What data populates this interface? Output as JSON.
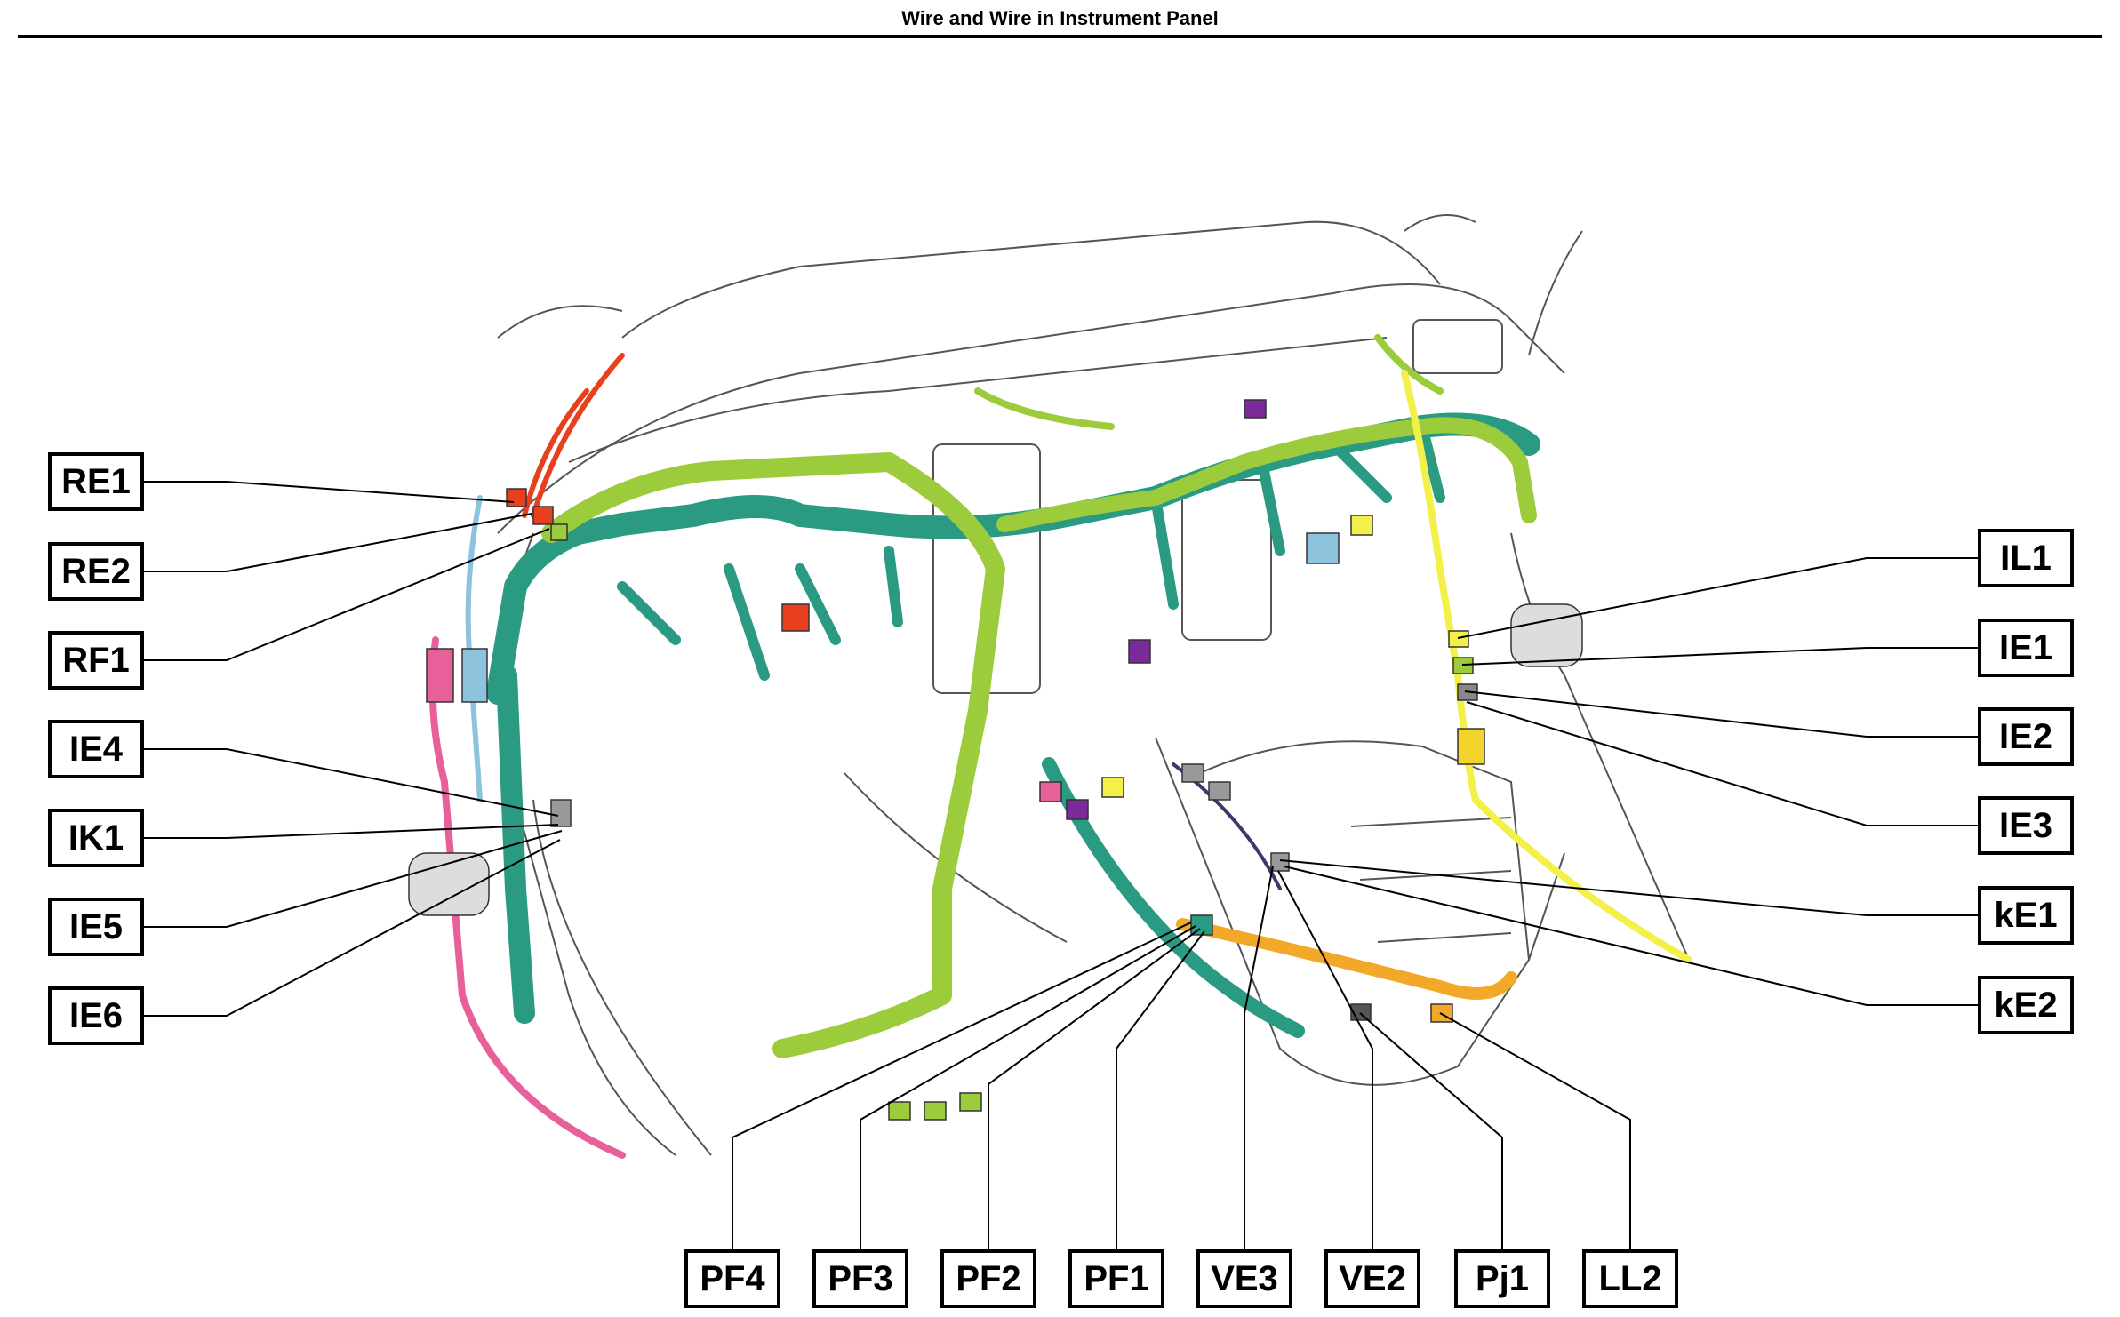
{
  "title": "Wire and Wire in Instrument Panel",
  "colors": {
    "harness_teal": "#2a9a82",
    "harness_green": "#9ccc3c",
    "harness_yellow": "#f4f04a",
    "harness_orange": "#f2a92a",
    "harness_pink": "#e8609a",
    "harness_red": "#e8401c",
    "harness_blue": "#8ec3de",
    "harness_purple": "#7a2a9a",
    "outline": "#555555"
  },
  "left_labels": [
    {
      "id": "re1",
      "text": "RE1"
    },
    {
      "id": "re2",
      "text": "RE2"
    },
    {
      "id": "rf1",
      "text": "RF1"
    },
    {
      "id": "ie4",
      "text": "IE4"
    },
    {
      "id": "ik1",
      "text": "IK1"
    },
    {
      "id": "ie5",
      "text": "IE5"
    },
    {
      "id": "ie6",
      "text": "IE6"
    }
  ],
  "right_labels": [
    {
      "id": "il1",
      "text": "IL1"
    },
    {
      "id": "ie1",
      "text": "IE1"
    },
    {
      "id": "ie2",
      "text": "IE2"
    },
    {
      "id": "ie3",
      "text": "IE3"
    },
    {
      "id": "ke1",
      "text": "kE1"
    },
    {
      "id": "ke2",
      "text": "kE2"
    }
  ],
  "bottom_labels": [
    {
      "id": "pf4",
      "text": "PF4"
    },
    {
      "id": "pf3",
      "text": "PF3"
    },
    {
      "id": "pf2",
      "text": "PF2"
    },
    {
      "id": "pf1",
      "text": "PF1"
    },
    {
      "id": "ve3",
      "text": "VE3"
    },
    {
      "id": "ve2",
      "text": "VE2"
    },
    {
      "id": "pj1",
      "text": "Pj1"
    },
    {
      "id": "ll2",
      "text": "LL2"
    }
  ]
}
